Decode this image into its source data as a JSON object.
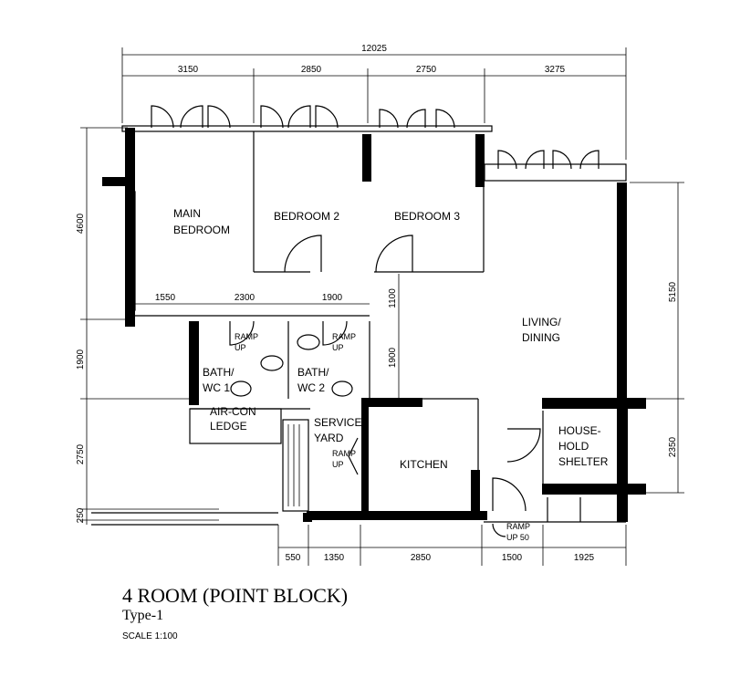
{
  "plan": {
    "title": "4 ROOM (POINT BLOCK)",
    "type_label": "Type-1",
    "scale_label": "SCALE 1:100"
  },
  "dimensions": {
    "top_total": "12025",
    "top_segments": [
      "3150",
      "2850",
      "2750",
      "3275"
    ],
    "left_segments": [
      "4600",
      "1900",
      "2750",
      "250"
    ],
    "bottom_segments": [
      "550",
      "1350",
      "2850",
      "1500",
      "1925"
    ],
    "right_segments": [
      "5150",
      "2350"
    ],
    "inner_horizontal": [
      "1550",
      "2300",
      "1900"
    ],
    "inner_vertical": [
      "1100",
      "1900"
    ]
  },
  "rooms": {
    "main_bedroom": [
      "MAIN",
      "BEDROOM"
    ],
    "bedroom_2": "BEDROOM 2",
    "bedroom_3": "BEDROOM 3",
    "living_dining": [
      "LIVING/",
      "DINING"
    ],
    "bath_1": [
      "BATH/",
      "WC 1"
    ],
    "bath_2": [
      "BATH/",
      "WC 2"
    ],
    "aircon_ledge": [
      "AIR-CON",
      "LEDGE"
    ],
    "service_yard": [
      "SERVICE",
      "YARD"
    ],
    "kitchen": "KITCHEN",
    "household_shelter": [
      "HOUSE-",
      "HOLD",
      "SHELTER"
    ]
  },
  "ramps": {
    "ramp_bath1": [
      "RAMP",
      "UP"
    ],
    "ramp_bath2": [
      "RAMP",
      "UP"
    ],
    "ramp_yard": [
      "RAMP",
      "UP"
    ],
    "ramp_entry": [
      "RAMP",
      "UP 50"
    ]
  }
}
